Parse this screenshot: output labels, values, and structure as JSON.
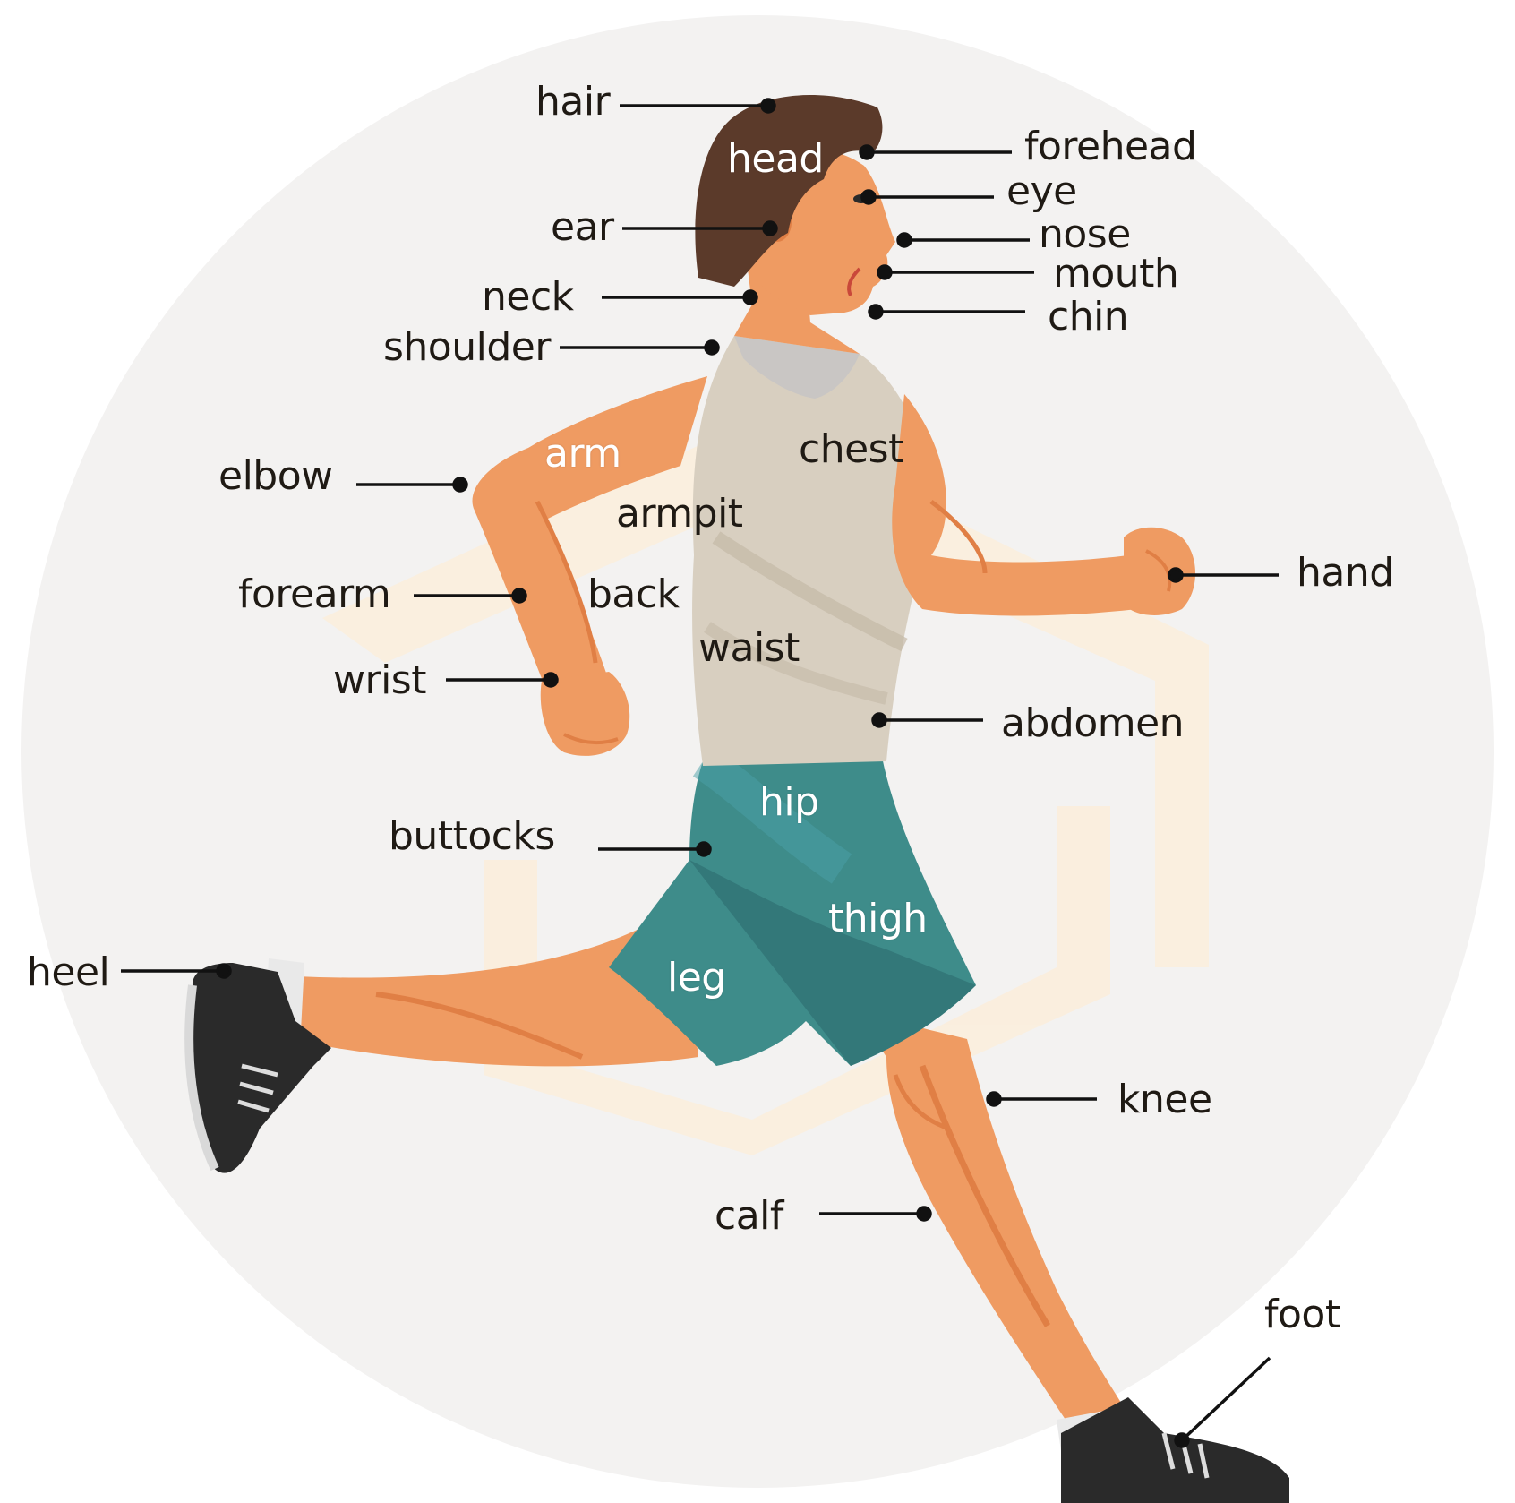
{
  "colors": {
    "background_circle": "#f3f2f1",
    "watermark": "#fbeedd",
    "skin": "#ef9b62",
    "skin_shadow": "#e07f45",
    "hair": "#5b3a2a",
    "tank_top": "#d8cfc0",
    "shorts": "#3e8c8a",
    "shorts_dark": "#2f6f72",
    "shoe": "#2a2a2a",
    "sock": "#e9e9e9",
    "label_text": "#1f1a14",
    "leader_line": "#111111"
  },
  "labels": {
    "hair": "hair",
    "head": "head",
    "forehead": "forehead",
    "eye": "eye",
    "ear": "ear",
    "nose": "nose",
    "mouth": "mouth",
    "neck": "neck",
    "chin": "chin",
    "shoulder": "shoulder",
    "arm": "arm",
    "chest": "chest",
    "elbow": "elbow",
    "armpit": "armpit",
    "hand": "hand",
    "forearm": "forearm",
    "back": "back",
    "waist": "waist",
    "wrist": "wrist",
    "abdomen": "abdomen",
    "hip": "hip",
    "buttocks": "buttocks",
    "thigh": "thigh",
    "heel": "heel",
    "leg": "leg",
    "knee": "knee",
    "calf": "calf",
    "foot": "foot"
  }
}
